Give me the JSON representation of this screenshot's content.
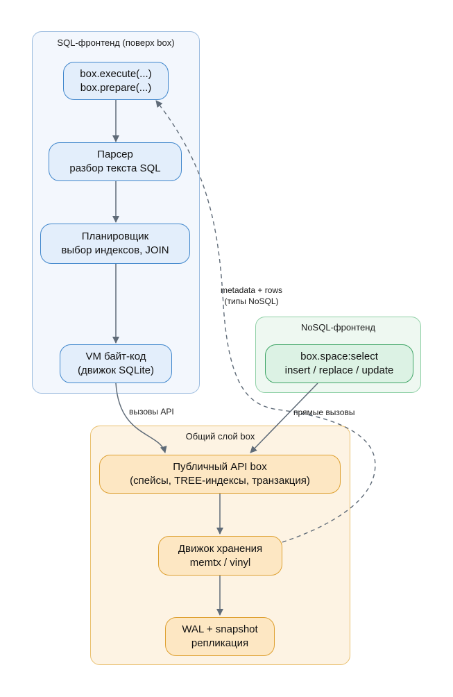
{
  "clusters": {
    "sql": {
      "label": "SQL-фронтенд (поверх box)"
    },
    "nosql": {
      "label": "NoSQL-фронтенд"
    },
    "box": {
      "label": "Общий слой box"
    }
  },
  "nodes": {
    "execute": {
      "line1": "box.execute(...)",
      "line2": "box.prepare(...)"
    },
    "parser": {
      "line1": "Парсер",
      "line2": "разбор текста SQL"
    },
    "planner": {
      "line1": "Планировщик",
      "line2": "выбор индексов, JOIN"
    },
    "vm": {
      "line1": "VM байт-код",
      "line2": "(движок SQLite)"
    },
    "nosql_api": {
      "line1": "box.space:select",
      "line2": "insert / replace / update"
    },
    "public_api": {
      "line1": "Публичный API box",
      "line2": "(спейсы, TREE-индексы, транзакция)"
    },
    "storage": {
      "line1": "Движок хранения",
      "line2": "memtx / vinyl"
    },
    "wal": {
      "line1": "WAL + snapshot",
      "line2": "репликация"
    }
  },
  "edge_labels": {
    "metadata_line1": "metadata + rows",
    "metadata_line2": "(типы NoSQL)",
    "api_calls": "вызовы API",
    "direct_calls": "прямые вызовы"
  },
  "colors": {
    "edge": "#5f6b78",
    "sql_fill": "#e3eefb",
    "sql_border": "#3f86cc",
    "nosql_fill": "#dcf2e4",
    "nosql_border": "#3fa566",
    "box_fill": "#fde7c3",
    "box_border": "#dea030"
  }
}
